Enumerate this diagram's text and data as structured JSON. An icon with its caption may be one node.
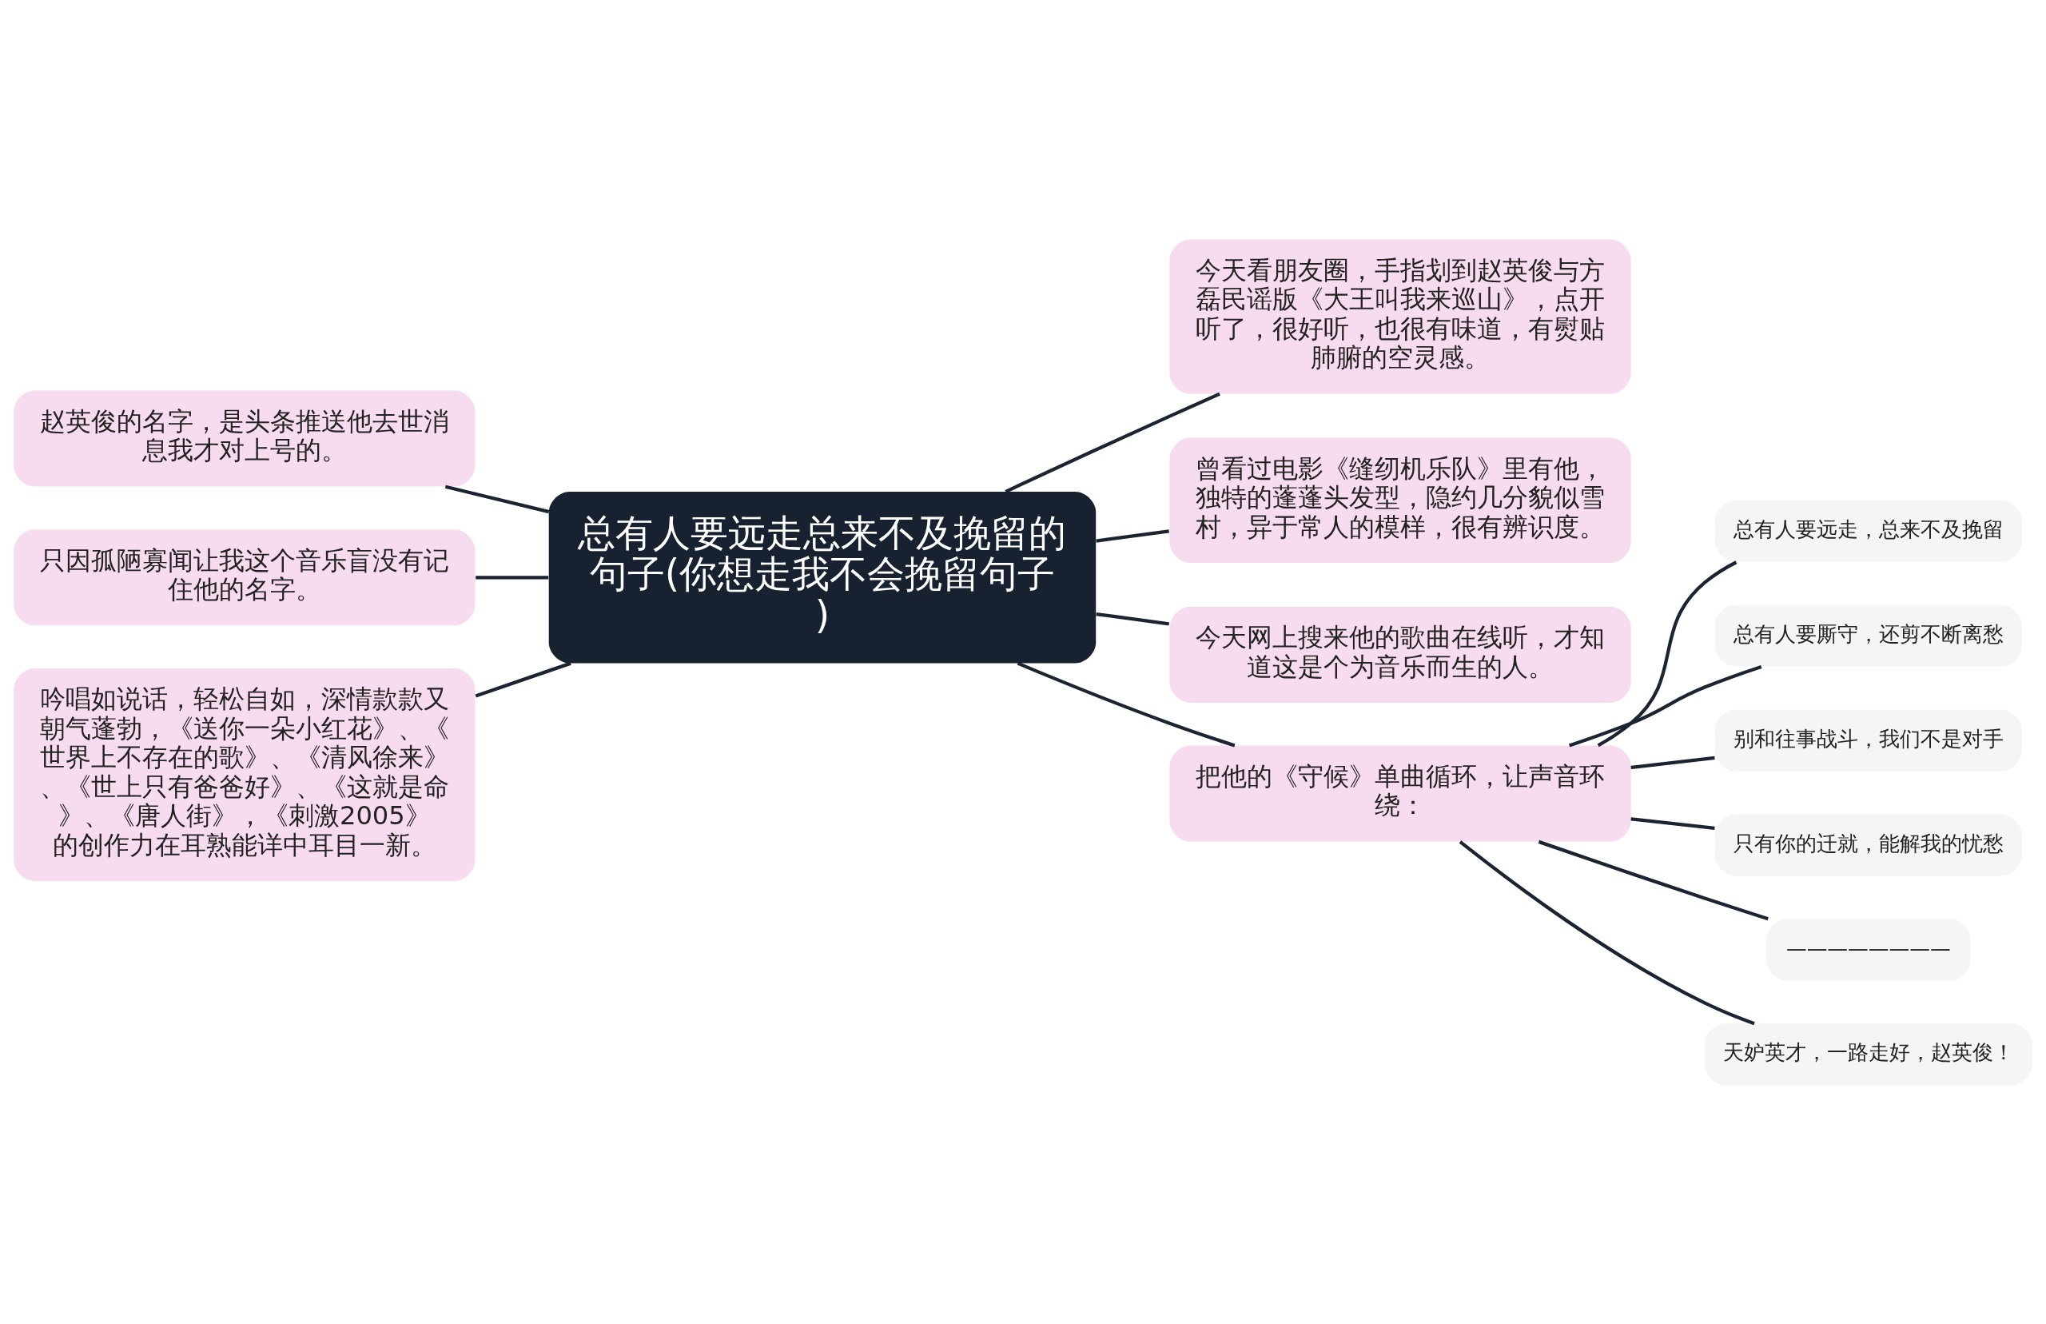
{
  "diagram": {
    "nodes": [
      {
        "text": [
          "总有人要远走总来不及挽留的句子(你想走我不会挽留句子)"
        ]
      },
      {
        "text": [
          "赵英俊的名字，是头条推送他去世消息我才对上号的。"
        ]
      },
      {
        "text": [
          "只因孤陋寡闻让我这个音乐盲没有记住他的名字。"
        ]
      },
      {
        "text": [
          "吟唱如说话，轻松自如，深情款款又朝气蓬勃，《送你一朵小红花》、《世界上不存在的歌》、《清风徐来》、《世上只有爸爸好》、《这就是命》、《唐人街》，《刺激2005》的创作力在耳熟能详中耳目一新。"
        ]
      },
      {
        "text": [
          "今天看朋友圈，手指划到赵英俊与方磊民谣版《大王叫我来巡山》，点开听了，很好听，也很有味道，有熨贴肺腑的空灵感。"
        ]
      },
      {
        "text": [
          "曾看过电影《缝纫机乐队》里有他，独特的蓬蓬头发型，隐约几分貌似雪村，异于常人的模样，很有辨识度。"
        ]
      },
      {
        "text": [
          "今天网上搜来他的歌曲在线听，才知道这是个为音乐而生的人。"
        ]
      },
      {
        "text": [
          "把他的《守候》单曲循环，让声音环绕："
        ]
      },
      {
        "text": [
          "总有人要远走，总来不及挽留"
        ]
      },
      {
        "text": [
          "总有人要厮守，还剪不断离愁"
        ]
      },
      {
        "text": [
          "别和往事战斗，我们不是对手"
        ]
      },
      {
        "text": [
          "只有你的迁就，能解我的忧愁"
        ]
      },
      {
        "text": [
          "————————"
        ]
      },
      {
        "text": [
          "天妒英才，一路走好，赵英俊！"
        ]
      }
    ],
    "edges": [
      {
        "from": 0,
        "to": 1,
        "arrow": "none"
      },
      {
        "from": 0,
        "to": 2,
        "arrow": "none"
      },
      {
        "from": 0,
        "to": 3,
        "arrow": "none"
      },
      {
        "from": 0,
        "to": 4,
        "arrow": "none"
      },
      {
        "from": 0,
        "to": 5,
        "arrow": "none"
      },
      {
        "from": 0,
        "to": 6,
        "arrow": "none"
      },
      {
        "from": 0,
        "to": 7,
        "arrow": "none"
      },
      {
        "from": 7,
        "to": 8,
        "arrow": "none"
      },
      {
        "from": 7,
        "to": 9,
        "arrow": "none"
      },
      {
        "from": 7,
        "to": 10,
        "arrow": "none"
      },
      {
        "from": 7,
        "to": 11,
        "arrow": "none"
      },
      {
        "from": 7,
        "to": 12,
        "arrow": "none"
      },
      {
        "from": 7,
        "to": 13,
        "arrow": "none"
      }
    ]
  }
}
